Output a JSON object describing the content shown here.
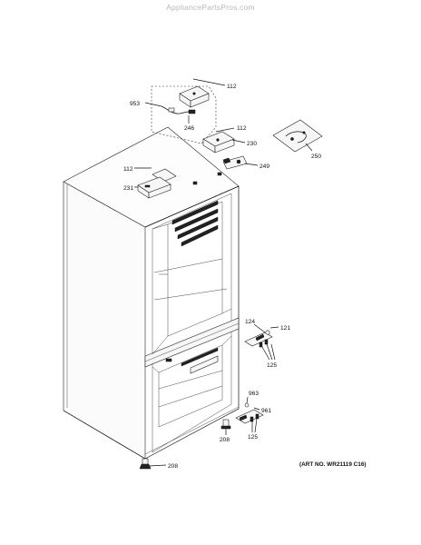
{
  "watermark": "AppliancePartsPros.com",
  "art_number": "(ART NO. WR21119 C16)",
  "callouts": {
    "c112_top": "112",
    "c953": "953",
    "c246": "246",
    "c112_mid": "112",
    "c230": "230",
    "c249": "249",
    "c250": "250",
    "c112_left": "112",
    "c231": "231",
    "c124": "124",
    "c121": "121",
    "c125_upper": "125",
    "c963": "963",
    "c961": "961",
    "c208_right": "208",
    "c125_lower": "125",
    "c208_bottom": "208"
  }
}
